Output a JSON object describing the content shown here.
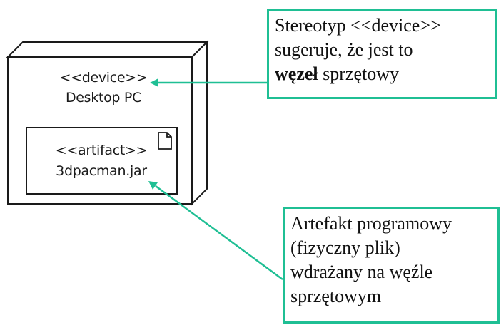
{
  "node": {
    "stereotype": "<<device>>",
    "name": "Desktop PC"
  },
  "artifact": {
    "stereotype": "<<artifact>>",
    "name": "3dpacman.jar",
    "icon": "document-icon"
  },
  "notes": {
    "top": {
      "line1": "Stereotyp <<device>>",
      "line2": "sugeruje, że jest to",
      "line3_bold": "węzeł",
      "line3_rest": " sprzętowy"
    },
    "bottom": {
      "line1": "Artefakt programowy",
      "line2": "(fizyczny plik)",
      "line3": "wdrażany na węźle",
      "line4": "sprzętowym"
    }
  },
  "colors": {
    "note_border": "#1fbf94",
    "arrow": "#1fbf94",
    "node_stroke": "#1a1a1a"
  }
}
